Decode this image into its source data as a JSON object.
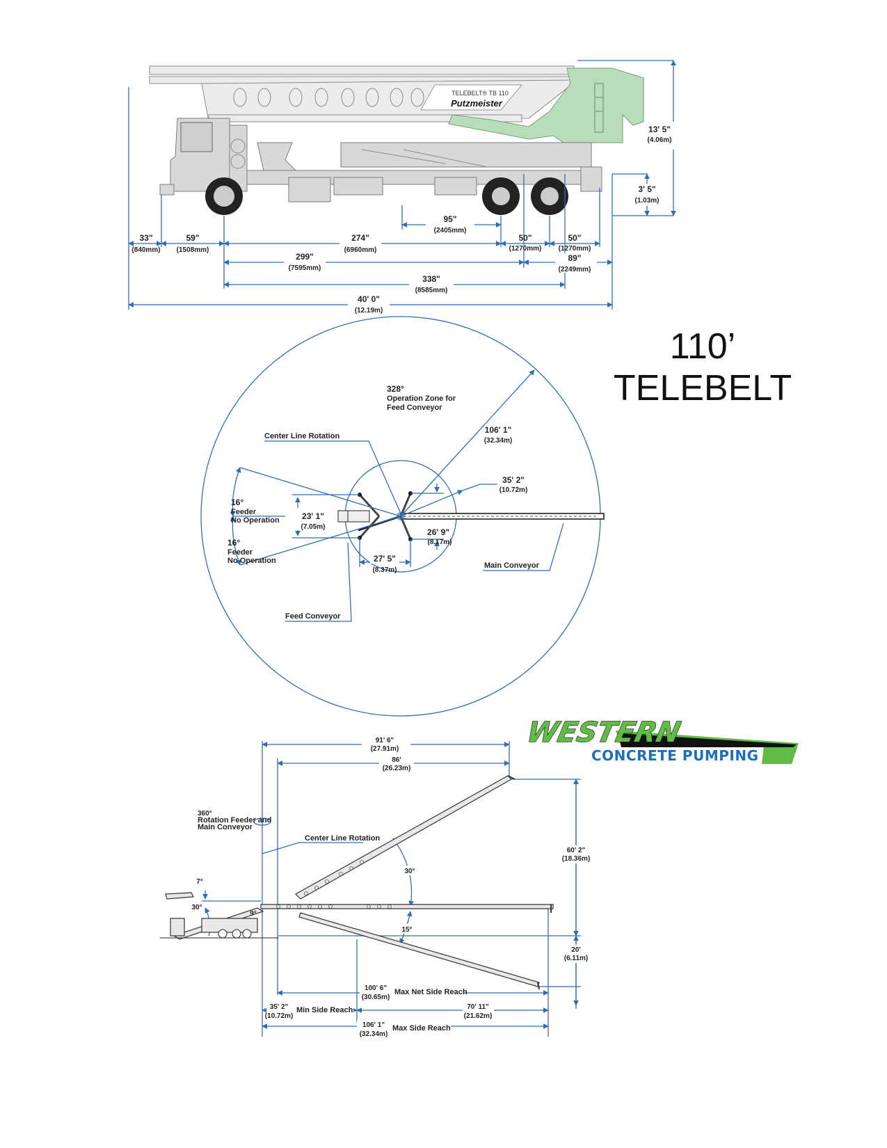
{
  "title": {
    "line1": "110’",
    "line2": "TELEBELT"
  },
  "logo": {
    "brand": "WESTERN",
    "tagline": "CONCRETE PUMPING",
    "brand_color": "#62bb46",
    "tagline_color": "#1f6fb8"
  },
  "side_view": {
    "truck_label": "TELEBELT® TB 110",
    "truck_brand": "Putzmeister",
    "dimensions": {
      "front_overhang": {
        "imperial": "33\"",
        "metric": "(840mm)"
      },
      "bumper_to_axle": {
        "imperial": "59\"",
        "metric": "(1508mm)"
      },
      "wheelbase": {
        "imperial": "274\"",
        "metric": "(6960mm)"
      },
      "outrigger_spacing": {
        "imperial": "95\"",
        "metric": "(2405mm)"
      },
      "axle_spacing_1": {
        "imperial": "50\"",
        "metric": "(1270mm)"
      },
      "axle_spacing_2": {
        "imperial": "50\"",
        "metric": "(1270mm)"
      },
      "to_rear_axles": {
        "imperial": "299\"",
        "metric": "(7595mm)"
      },
      "rear_overhang": {
        "imperial": "89\"",
        "metric": "(2249mm)"
      },
      "to_rear_outrigger": {
        "imperial": "338\"",
        "metric": "(8585mm)"
      },
      "overall_length": {
        "imperial": "40' 0\"",
        "metric": "(12.19m)"
      },
      "overall_height": {
        "imperial": "13' 5\"",
        "metric": "(4.06m)"
      },
      "frame_height": {
        "imperial": "3' 5\"",
        "metric": "(1.03m)"
      }
    }
  },
  "plan_view": {
    "operation_zone": {
      "angle": "328°",
      "line1": "Operation Zone for",
      "line2": "Feed Conveyor"
    },
    "max_radius": {
      "imperial": "106' 1\"",
      "metric": "(32.34m)"
    },
    "center_line_rotation": "Center Line Rotation",
    "inner_radius": {
      "imperial": "35' 2\"",
      "metric": "(10.72m)"
    },
    "feeder_top": {
      "angle": "16°",
      "line1": "Feeder",
      "line2": "No Operation"
    },
    "feeder_bottom": {
      "angle": "16°",
      "line1": "Feeder",
      "line2": "No Operation"
    },
    "outrigger_width": {
      "imperial": "23' 1\"",
      "metric": "(7.05m)"
    },
    "rear_outrigger_width": {
      "imperial": "26' 9\"",
      "metric": "(8.17m)"
    },
    "outrigger_length": {
      "imperial": "27' 5\"",
      "metric": "(8.37m)"
    },
    "main_conveyor": "Main Conveyor",
    "feed_conveyor": "Feed Conveyor"
  },
  "elevation_view": {
    "rotation": {
      "angle": "360°",
      "line1": "Rotation Feeder and",
      "line2": "Main Conveyor"
    },
    "center_line_rotation": "Center Line Rotation",
    "top_reach": {
      "imperial": "91' 6\"",
      "metric": "(27.91m)"
    },
    "top_net_reach": {
      "imperial": "86'",
      "metric": "(26.23m)"
    },
    "max_height": {
      "imperial": "60' 2\"",
      "metric": "(18.36m)"
    },
    "below_grade": {
      "imperial": "20'",
      "metric": "(6.11m)"
    },
    "up_angle": "30°",
    "down_angle": "15°",
    "feeder_up_angle": "7°",
    "feeder_angle": "30°",
    "small_angle": "9°",
    "max_net_side_reach": {
      "imperial": "100' 6\"",
      "metric": "(30.65m)",
      "label": "Max Net Side Reach"
    },
    "min_side_reach": {
      "imperial": "35' 2\"",
      "metric": "(10.72m)",
      "label": "Min Side Reach"
    },
    "mid_reach": {
      "imperial": "70' 11\"",
      "metric": "(21.62m)"
    },
    "max_side_reach": {
      "imperial": "106' 1\"",
      "metric": "(32.34m)",
      "label": "Max Side Reach"
    }
  }
}
